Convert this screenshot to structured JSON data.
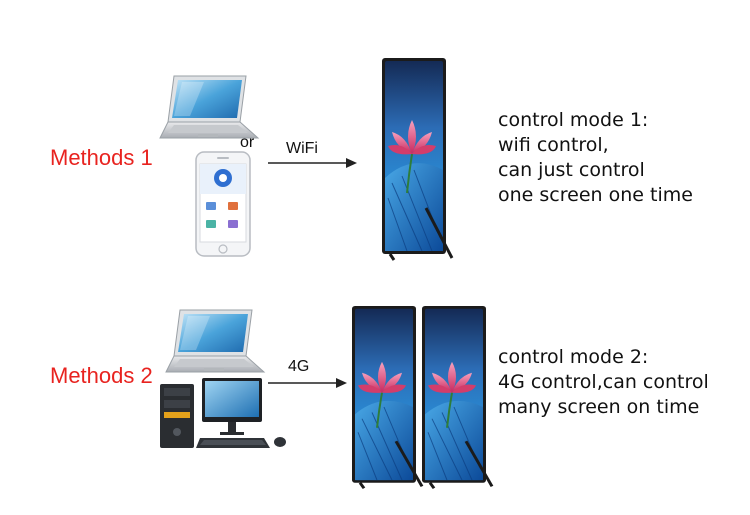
{
  "method1": {
    "label": "Methods 1",
    "connector_word": "or",
    "link_label": "WiFi",
    "description": [
      "control mode 1:",
      "wifi control,",
      "can just control",
      "one screen one time"
    ]
  },
  "method2": {
    "label": "Methods 2",
    "link_label": "4G",
    "description": [
      "control mode 2:",
      "4G control,can control",
      "many screen on time"
    ]
  },
  "colors": {
    "method_label": "#e8231f",
    "text": "#111111",
    "screen_bezel": "#1b1b1b",
    "screen_sky": "#1f4f9a",
    "lotus_petal": "#e24f7c",
    "leaf_blue": "#1f7ec4"
  },
  "icons": [
    "laptop-icon",
    "smartphone-icon",
    "desktop-computer-icon",
    "led-poster-screen-icon",
    "arrow-right-icon"
  ]
}
